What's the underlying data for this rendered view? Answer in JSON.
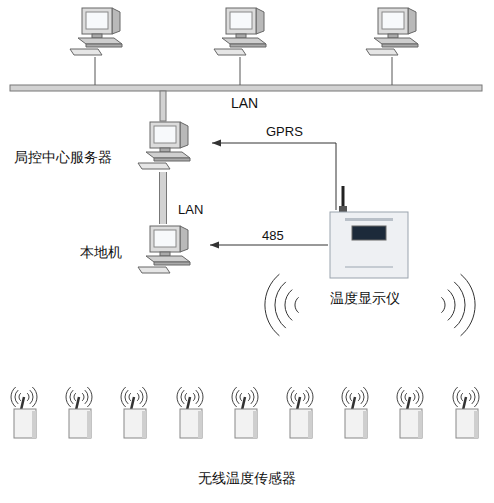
{
  "diagram": {
    "nodes": [
      {
        "text": [
          "局控中心服务器"
        ]
      },
      {
        "text": [
          "本地机"
        ]
      },
      {
        "text": [
          "温度显示仪"
        ]
      }
    ],
    "edges": [
      {
        "from": 2,
        "to": 0,
        "arrow": "to",
        "label": "GPRS"
      },
      {
        "from": 2,
        "to": 1,
        "arrow": "to",
        "label": "485"
      },
      {
        "from": 0,
        "to": 1,
        "arrow": "none",
        "label": "LAN"
      }
    ],
    "labels": [
      "LAN",
      "无线温度传感器"
    ]
  }
}
